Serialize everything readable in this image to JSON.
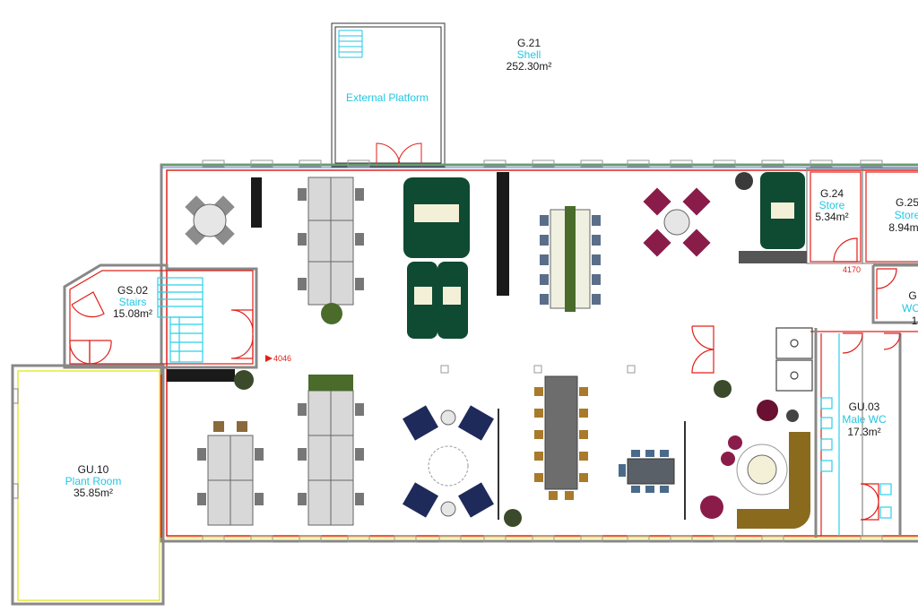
{
  "rooms": {
    "g21": {
      "code": "G.21",
      "name": "Shell",
      "area": "252.30m²"
    },
    "platform": {
      "name": "External Platform"
    },
    "gs02": {
      "code": "GS.02",
      "name": "Stairs",
      "area": "15.08m²"
    },
    "gu10": {
      "code": "GU.10",
      "name": "Plant Room",
      "area": "35.85m²"
    },
    "g24": {
      "code": "G.24",
      "name": "Store",
      "area": "5.34m²"
    },
    "g25": {
      "code": "G.25",
      "name": "Store",
      "area": "8.94m²"
    },
    "g_wc_partial": {
      "code": "G",
      "name": "WC",
      "area": "1"
    },
    "gu03": {
      "code": "GU.03",
      "name": "Male WC",
      "area": "17.3m²"
    }
  },
  "dimensions": {
    "left": "4046",
    "right": "4170"
  },
  "colors": {
    "wall_red": "#e0201a",
    "label_cyan": "#21c7e3",
    "label_dark": "#1a1a1a",
    "plant_room_yellow": "#e8e830",
    "stairs_cyan": "#2ad0e8",
    "sofa_green": "#0f4a32",
    "chair_magenta": "#8a1c4a",
    "sofa_olive": "#8a6a1c",
    "chair_navy": "#1e2a5a",
    "table_grey": "#6d6d6d"
  },
  "icons": [
    "plant-icon",
    "desk-chair-icon",
    "sofa-icon",
    "table-icon",
    "door-swing-icon",
    "stairs-icon"
  ]
}
